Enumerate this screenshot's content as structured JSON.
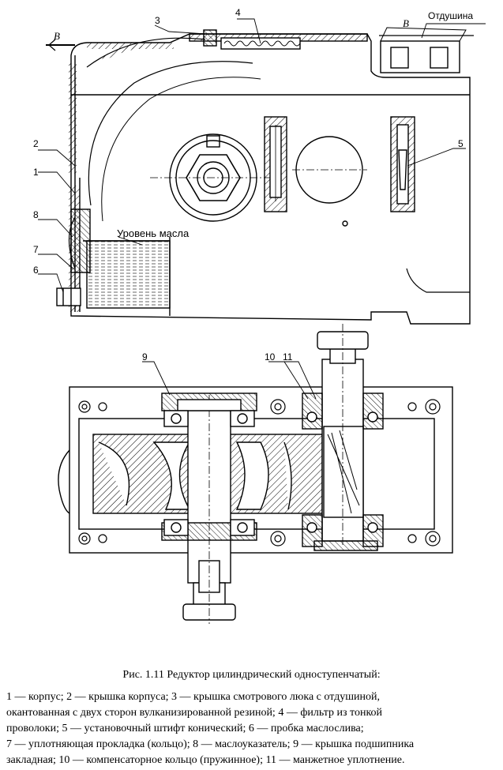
{
  "figure": {
    "callouts": {
      "n1": "1",
      "n2": "2",
      "n3": "3",
      "n4": "4",
      "n5": "5",
      "n6": "6",
      "n7": "7",
      "n8": "8",
      "n9": "9",
      "n10": "10",
      "n11": "11"
    },
    "section_mark": "В",
    "vent_label": "Отдушина",
    "oil_level_label": "Уровень масла"
  },
  "caption": "Рис. 1.11 Редуктор цилиндрический одноступенчатый:",
  "legend_lines": [
    "1 — корпус; 2 — крышка корпуса; 3 — крышка смотрового люка с отдушиной,",
    "окантованная с двух сторон вулканизированной резиной; 4 — фильтр из тонкой",
    "проволоки; 5 — установочный штифт конический; 6 — пробка маслослива;",
    "7 — уплотняющая прокладка (кольцо); 8 — маслоуказатель; 9 — крышка подшипника",
    "закладная; 10 — компенсаторное кольцо (пружинное); 11 — манжетное уплотнение."
  ]
}
